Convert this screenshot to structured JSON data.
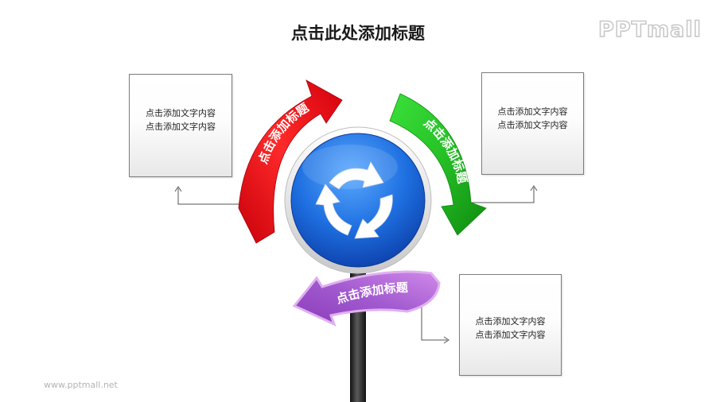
{
  "page": {
    "title": "点击此处添加标题",
    "logo": "PPTmall",
    "footer": "www.pptmall.net"
  },
  "arrows": [
    {
      "label": "点击添加标题",
      "color": "#e8121c"
    },
    {
      "label": "点击添加标题",
      "color": "#2cc22c"
    },
    {
      "label": "点击添加标题",
      "color": "#a25ad0"
    }
  ],
  "boxes": [
    {
      "line1": "点击添加文字内容",
      "line2": "点击添加文字内容"
    },
    {
      "line1": "点击添加文字内容",
      "line2": "点击添加文字内容"
    },
    {
      "line1": "点击添加文字内容",
      "line2": "点击添加文字内容"
    }
  ],
  "sign": {
    "icon": "roundabout-icon",
    "color": "#1e6fe0"
  }
}
